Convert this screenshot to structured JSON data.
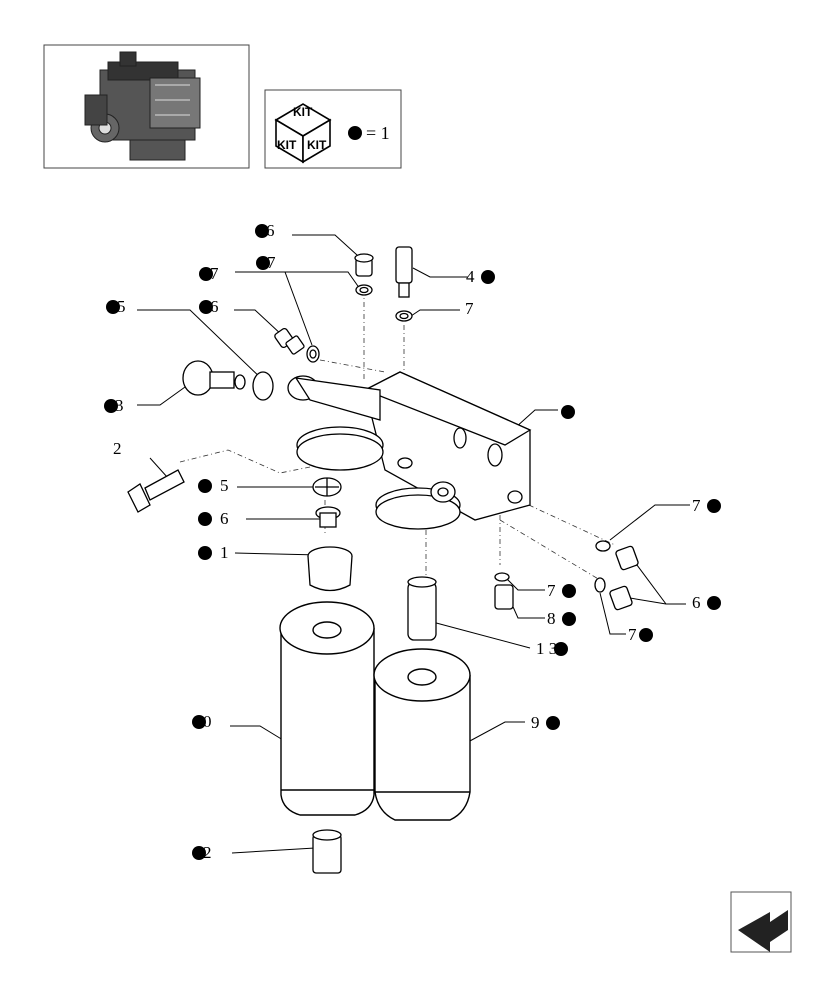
{
  "engine_thumbnail": {
    "icon": "engine-icon"
  },
  "kit_legend": {
    "kit_text_top": "KIT",
    "kit_text_left": "KIT",
    "kit_text_right": "KIT",
    "equals": "= 1",
    "marker": "filled-dot"
  },
  "callouts": [
    {
      "id": "c6-top",
      "label": "6",
      "dot": "left"
    },
    {
      "id": "c7-top-mid",
      "label": "7",
      "dot": "left"
    },
    {
      "id": "c7-top-left",
      "label": "7",
      "dot": "left"
    },
    {
      "id": "c4",
      "label": "4",
      "dot": "right"
    },
    {
      "id": "c5-top",
      "label": "5",
      "dot": "left"
    },
    {
      "id": "c6-left",
      "label": "6",
      "dot": "left"
    },
    {
      "id": "c7-right",
      "label": "7",
      "dot": "none"
    },
    {
      "id": "c3",
      "label": "3",
      "dot": "left"
    },
    {
      "id": "c-body",
      "label": "",
      "dot": "only"
    },
    {
      "id": "c2",
      "label": "2",
      "dot": "none"
    },
    {
      "id": "c5",
      "label": "5",
      "dot": "left"
    },
    {
      "id": "c6-mid",
      "label": "6",
      "dot": "left"
    },
    {
      "id": "c1",
      "label": "1",
      "dot": "left"
    },
    {
      "id": "c7-far-right",
      "label": "7",
      "dot": "right"
    },
    {
      "id": "c7-lower",
      "label": "7",
      "dot": "right"
    },
    {
      "id": "c8",
      "label": "8",
      "dot": "right"
    },
    {
      "id": "c6-right",
      "label": "6",
      "dot": "right"
    },
    {
      "id": "c13",
      "label": "1 3",
      "dot": "right"
    },
    {
      "id": "c7-bottom",
      "label": "7",
      "dot": "right"
    },
    {
      "id": "c10",
      "label": "0",
      "dot": "left"
    },
    {
      "id": "c9",
      "label": "9",
      "dot": "right"
    },
    {
      "id": "c12",
      "label": "2",
      "dot": "left"
    }
  ],
  "nav": {
    "icon": "back-arrow-icon"
  }
}
